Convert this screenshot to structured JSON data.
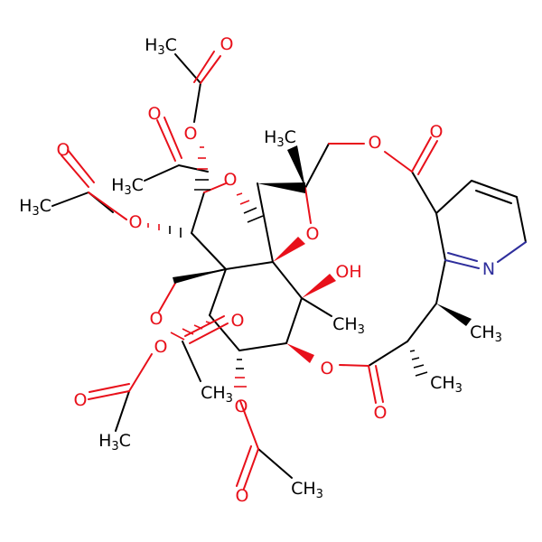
{
  "molecule": {
    "colors": {
      "oxygen": "#e8101a",
      "nitrogen": "#2e2e9c",
      "carbon": "#000000",
      "background": "#ffffff"
    },
    "methyls": [
      {
        "main": "H",
        "sub": "3",
        "tail": "C"
      },
      {
        "main": "H",
        "sub": "3",
        "tail": "C"
      },
      {
        "main": "H",
        "sub": "3",
        "tail": "C"
      },
      {
        "main": "H",
        "sub": "3",
        "tail": "C"
      },
      {
        "main": "H",
        "sub": "3",
        "tail": "C"
      },
      {
        "main": "CH",
        "sub": "3"
      },
      {
        "main": "CH",
        "sub": "3"
      },
      {
        "main": "CH",
        "sub": "3"
      },
      {
        "main": "CH",
        "sub": "3"
      },
      {
        "main": "CH",
        "sub": "3"
      }
    ],
    "oxygen_symbol": "O",
    "nitrogen_symbol": "N",
    "hydroxyl_label": "OH"
  }
}
